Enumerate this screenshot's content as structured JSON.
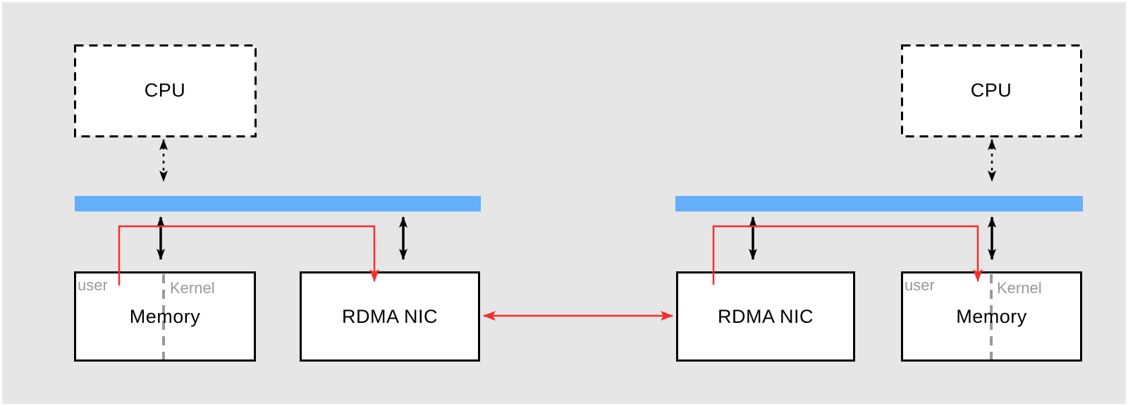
{
  "colors": {
    "background": "#e6e6e6",
    "frame": "#ffffff",
    "box_fill": "#ffffff",
    "box_border": "#000000",
    "bus": "#65aef9",
    "arrow_black": "#000000",
    "arrow_red": "#f92c2c",
    "muted_gray": "#999999"
  },
  "hosts": [
    {
      "side": "left",
      "cpu_label": "CPU",
      "memory_label": "Memory",
      "memory_user_label": "user",
      "memory_kernel_label": "Kernel",
      "nic_label": "RDMA NIC"
    },
    {
      "side": "right",
      "cpu_label": "CPU",
      "memory_label": "Memory",
      "memory_user_label": "user",
      "memory_kernel_label": "Kernel",
      "nic_label": "RDMA NIC"
    }
  ],
  "connections": [
    {
      "from": "left-cpu",
      "to": "left-bus",
      "style": "dashed",
      "color": "black",
      "bidirectional": true
    },
    {
      "from": "left-bus",
      "to": "left-memory",
      "style": "solid",
      "color": "black",
      "bidirectional": true
    },
    {
      "from": "left-bus",
      "to": "left-rdma-nic",
      "style": "solid",
      "color": "black",
      "bidirectional": true
    },
    {
      "from": "left-memory-user-space",
      "to": "left-rdma-nic",
      "style": "solid",
      "color": "red",
      "bidirectional": false
    },
    {
      "from": "left-rdma-nic",
      "to": "right-rdma-nic",
      "style": "solid",
      "color": "red",
      "bidirectional": true
    },
    {
      "from": "right-cpu",
      "to": "right-bus",
      "style": "dashed",
      "color": "black",
      "bidirectional": true
    },
    {
      "from": "right-bus",
      "to": "right-rdma-nic",
      "style": "solid",
      "color": "black",
      "bidirectional": true
    },
    {
      "from": "right-bus",
      "to": "right-memory",
      "style": "solid",
      "color": "black",
      "bidirectional": true
    },
    {
      "from": "right-rdma-nic",
      "to": "right-memory-user-space",
      "style": "solid",
      "color": "red",
      "bidirectional": false
    }
  ]
}
